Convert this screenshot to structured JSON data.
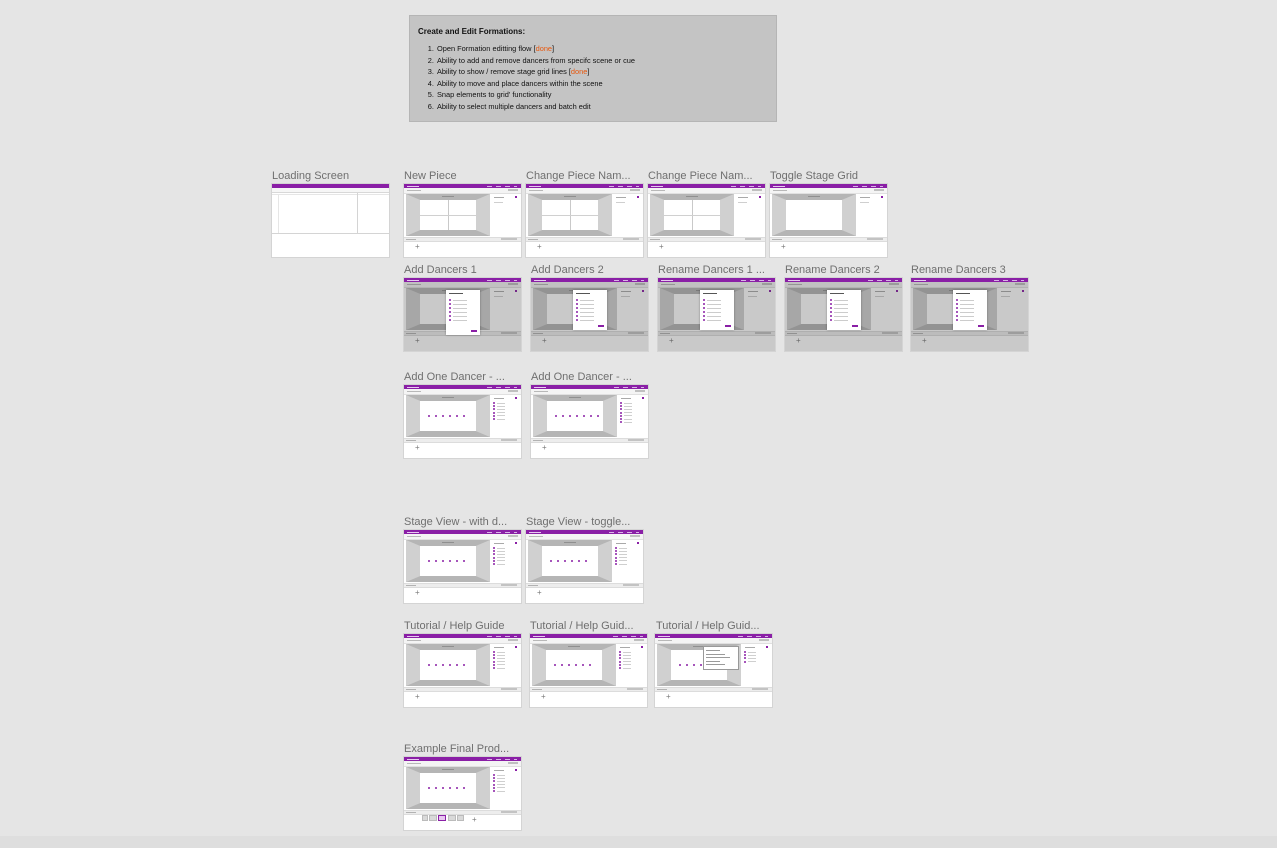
{
  "note": {
    "title": "Create and Edit Formations:",
    "items": [
      {
        "num": "1.",
        "text": "Open Formation editting flow [",
        "status": "done",
        "suffix": "]"
      },
      {
        "num": "2.",
        "text": "Ability to add and remove dancers from specifc scene or cue",
        "status": "",
        "suffix": ""
      },
      {
        "num": "3.",
        "text": "Ability to show / remove stage grid lines [",
        "status": "done",
        "suffix": "]"
      },
      {
        "num": "4.",
        "text": "Ability to move and place dancers within the scene",
        "status": "",
        "suffix": ""
      },
      {
        "num": "5.",
        "text": "Snap elements to grid' functionality",
        "status": "",
        "suffix": ""
      },
      {
        "num": "6.",
        "text": "Ability to select multiple dancers and batch edit",
        "status": "",
        "suffix": ""
      }
    ],
    "done_color": "#e8580e"
  },
  "colors": {
    "canvas": "#e5e5e5",
    "accent": "#8a1fa6",
    "note_bg": "#c4c4c4",
    "label": "#6f6f6f"
  },
  "frames": [
    {
      "id": "loading-screen",
      "label": "Loading Screen",
      "variant": "loading"
    },
    {
      "id": "new-piece",
      "label": "New Piece",
      "variant": "stage",
      "grid": true,
      "dancers": 0
    },
    {
      "id": "change-piece-name-1",
      "label": "Change Piece Nam...",
      "variant": "stage",
      "grid": true,
      "dancers": 0
    },
    {
      "id": "change-piece-name-2",
      "label": "Change Piece Nam...",
      "variant": "stage",
      "grid": true,
      "dancers": 0
    },
    {
      "id": "toggle-stage-grid",
      "label": "Toggle Stage Grid",
      "variant": "stage",
      "grid": false,
      "dancers": 0
    },
    {
      "id": "add-dancers-1",
      "label": "Add Dancers 1",
      "variant": "modal",
      "modal": "side"
    },
    {
      "id": "add-dancers-2",
      "label": "Add Dancers 2",
      "variant": "modal",
      "modal": "center"
    },
    {
      "id": "rename-dancers-1",
      "label": "Rename Dancers 1 ...",
      "variant": "modal",
      "modal": "center"
    },
    {
      "id": "rename-dancers-2",
      "label": "Rename Dancers 2",
      "variant": "modal",
      "modal": "center"
    },
    {
      "id": "rename-dancers-3",
      "label": "Rename Dancers 3",
      "variant": "modal",
      "modal": "center"
    },
    {
      "id": "add-one-dancer-1",
      "label": "Add One Dancer - ...",
      "variant": "stage",
      "grid": false,
      "dancers": 6
    },
    {
      "id": "add-one-dancer-2",
      "label": "Add One Dancer - ...",
      "variant": "stage",
      "grid": false,
      "dancers": 7
    },
    {
      "id": "stage-view-with-d",
      "label": "Stage View - with d...",
      "variant": "stage",
      "grid": false,
      "dancers": 6
    },
    {
      "id": "stage-view-toggle",
      "label": "Stage View - toggle...",
      "variant": "stage",
      "grid": false,
      "dancers": 6
    },
    {
      "id": "tutorial-help-guide-1",
      "label": "Tutorial / Help Guide",
      "variant": "stage",
      "grid": false,
      "dancers": 6
    },
    {
      "id": "tutorial-help-guide-2",
      "label": "Tutorial / Help Guid...",
      "variant": "stage",
      "grid": false,
      "dancers": 6
    },
    {
      "id": "tutorial-help-guide-3",
      "label": "Tutorial / Help Guid...",
      "variant": "tooltip",
      "grid": false,
      "dancers": 4
    },
    {
      "id": "example-final-product",
      "label": "Example Final Prod...",
      "variant": "final",
      "grid": false,
      "dancers": 6
    }
  ],
  "frame_add_glyph": "+"
}
